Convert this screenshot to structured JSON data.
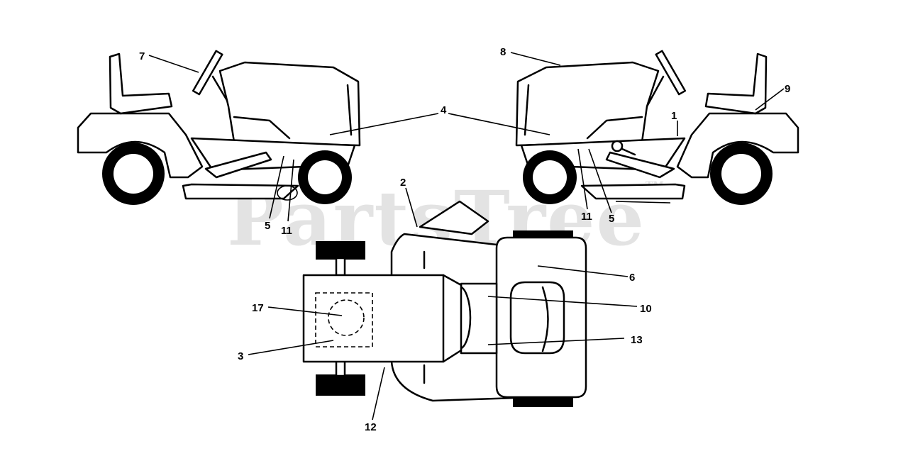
{
  "watermark": {
    "text": "PartsTree",
    "tm": "TM"
  },
  "callouts": {
    "c1": "1",
    "c2": "2",
    "c3": "3",
    "c4": "4",
    "c5a": "5",
    "c5b": "5",
    "c6": "6",
    "c7": "7",
    "c8": "8",
    "c9": "9",
    "c10": "10",
    "c11a": "11",
    "c11b": "11",
    "c12": "12",
    "c13": "13",
    "c17": "17"
  }
}
